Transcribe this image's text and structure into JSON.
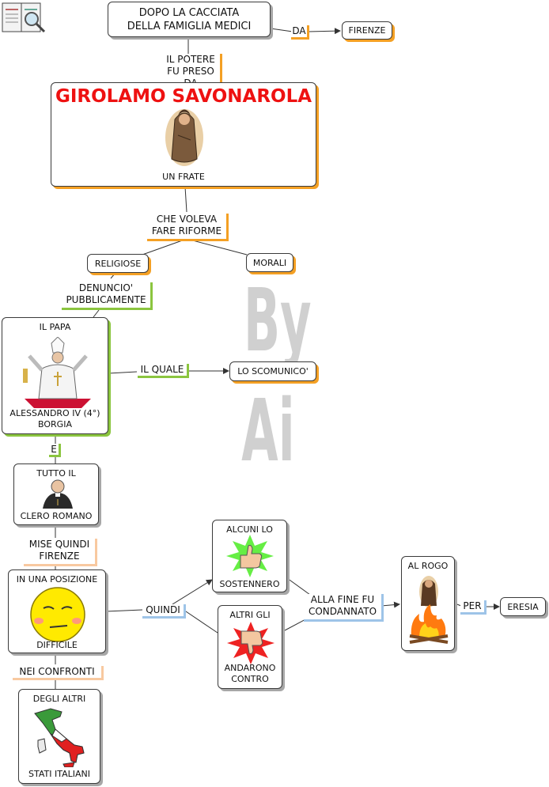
{
  "watermark": {
    "line1": "By",
    "line2": "Ai"
  },
  "nodes": {
    "dopo_la_cacciata": "DOPO LA CACCIATA\nDELLA FAMIGLIA MEDICI",
    "firenze": "FIRENZE",
    "savonarola_title": "GIROLAMO SAVONAROLA",
    "un_frate": "UN FRATE",
    "religiose": "RELIGIOSE",
    "morali": "MORALI",
    "il_papa": "IL PAPA",
    "alessandro": "ALESSANDRO IV (4°)\nBORGIA",
    "lo_scomunico": "LO SCOMUNICO'",
    "tutto_il": "TUTTO IL",
    "clero_romano": "CLERO ROMANO",
    "in_una_posizione": "IN UNA POSIZIONE",
    "difficile": "DIFFICILE",
    "degli_altri": "DEGLI ALTRI",
    "stati_italiani": "STATI ITALIANI",
    "alcuni_lo": "ALCUNI LO",
    "sostennero": "SOSTENNERO",
    "altri_gli": "ALTRI GLI",
    "andarono_contro": "ANDARONO\nCONTRO",
    "al_rogo": "AL ROGO",
    "eresia": "ERESIA"
  },
  "links": {
    "da": "DA",
    "il_potere": "IL POTERE\nFU PRESO\nDA",
    "che_voleva": "CHE VOLEVA\nFARE RIFORME",
    "denuncio": "DENUNCIO'\nPUBBLICAMENTE",
    "il_quale": "IL QUALE",
    "e": "E",
    "mise_quindi": "MISE QUINDI\nFIRENZE",
    "nei_confronti": "NEI CONFRONTI",
    "quindi": "QUINDI",
    "alla_fine": "ALLA  FINE FU\nCONDANNATO",
    "per": "PER"
  },
  "icons": {
    "corner": "book-magnifier-icon",
    "friar": "friar-icon",
    "pope": "pope-icon",
    "priest": "priest-icon",
    "face": "worried-face-icon",
    "italy": "italy-map-icon",
    "thumb_up": "thumbs-up-icon",
    "thumb_down": "thumbs-down-icon",
    "fire": "bonfire-icon"
  },
  "colors": {
    "title": "#ee1111",
    "orange": "#f4a024",
    "green": "#8bc53f",
    "blue": "#9ec4e8",
    "peach": "#f8c9a0",
    "grey": "#a7a7a7"
  }
}
